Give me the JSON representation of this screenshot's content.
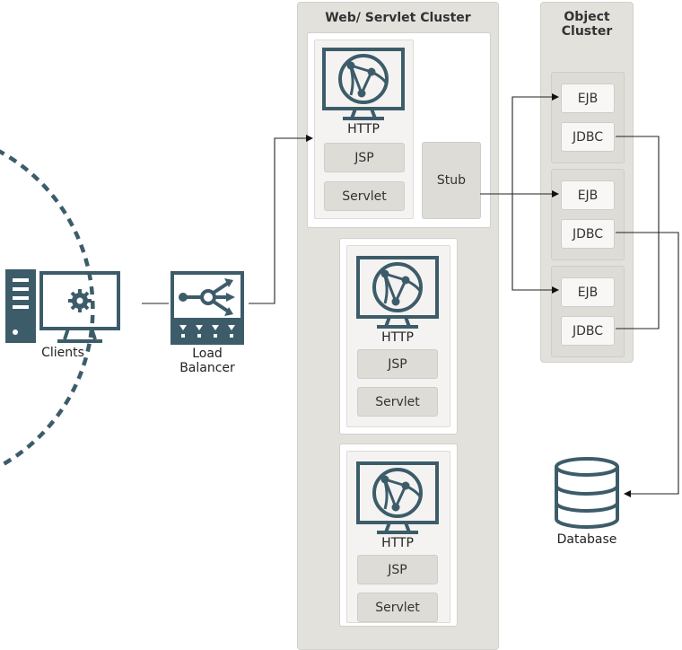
{
  "clients": {
    "label": "Clients"
  },
  "load_balancer": {
    "label_line1": "Load",
    "label_line2": "Balancer"
  },
  "web_cluster": {
    "title": "Web/ Servlet Cluster",
    "servers": [
      {
        "http": "HTTP",
        "jsp": "JSP",
        "servlet": "Servlet"
      },
      {
        "http": "HTTP",
        "jsp": "JSP",
        "servlet": "Servlet"
      },
      {
        "http": "HTTP",
        "jsp": "JSP",
        "servlet": "Servlet"
      }
    ],
    "stub": "Stub"
  },
  "object_cluster": {
    "title_line1": "Object",
    "title_line2": "Cluster",
    "nodes": [
      {
        "ejb": "EJB",
        "jdbc": "JDBC"
      },
      {
        "ejb": "EJB",
        "jdbc": "JDBC"
      },
      {
        "ejb": "EJB",
        "jdbc": "JDBC"
      }
    ]
  },
  "database": {
    "label": "Database"
  },
  "colors": {
    "icon": "#3d5c6a",
    "panel": "#e3e1dc",
    "chip": "#dedcd6"
  }
}
